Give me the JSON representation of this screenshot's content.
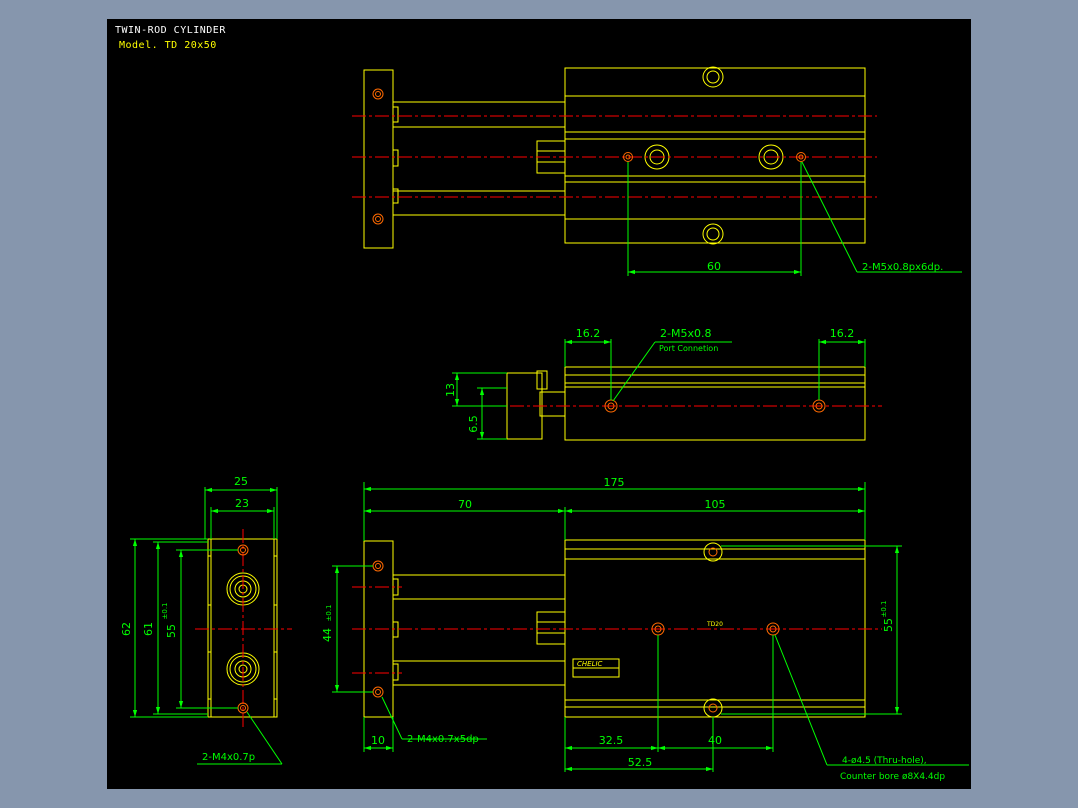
{
  "title": "TWIN-ROD CYLINDER",
  "model": "Model. TD 20x50",
  "colors": {
    "background": "#000000",
    "frame": "#8696ad",
    "outline": "#ffff00",
    "centerline": "#ff0000",
    "dimension": "#00ff00",
    "hole": "#ff6a00",
    "title": "#ffffff"
  },
  "top_view": {
    "dim_60": "60",
    "callout_tap": "2-M5x0.8px6dp."
  },
  "side_view": {
    "dim_16_2_left": "16.2",
    "dim_16_2_right": "16.2",
    "port_label": "2-M5x0.8",
    "port_sub": "Port Connetion",
    "dim_13": "13",
    "dim_6_5": "6.5"
  },
  "end_view": {
    "dim_25": "25",
    "dim_23": "23",
    "dim_62": "62",
    "dim_61": "61",
    "dim_55": "55",
    "tol": "±0.1",
    "callout_m4": "2-M4x0.7p"
  },
  "front_view": {
    "dim_175": "175",
    "dim_70": "70",
    "dim_105": "105",
    "dim_44": "44",
    "dim_55": "55",
    "tol": "±0.1",
    "dim_10": "10",
    "callout_m4": "2-M4x0.7x5dp",
    "dim_32_5": "32.5",
    "dim_40": "40",
    "dim_52_5": "52.5",
    "callout_thru": "4-ø4.5 (Thru-hole),",
    "callout_cbore": "Counter bore ø8X4.4dp",
    "body_label": "TD20",
    "nameplate": "CHELIC"
  }
}
